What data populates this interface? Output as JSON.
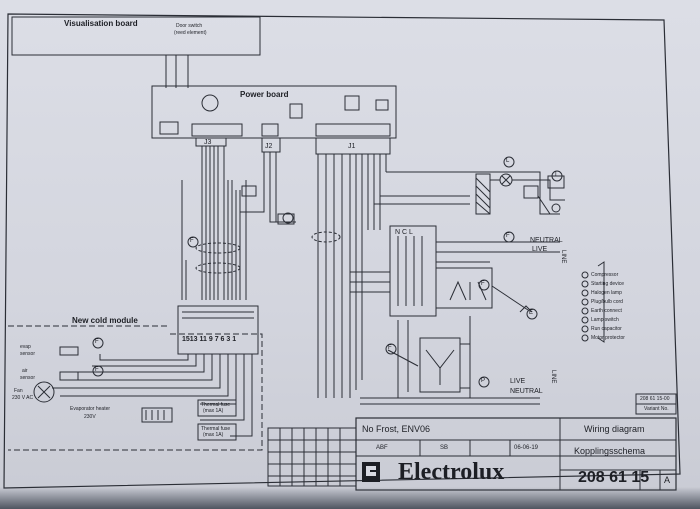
{
  "boards": {
    "visualisation": "Visualisation board",
    "power": "Power board",
    "cold_module": "New cold module",
    "switch_lines": [
      "Door switch",
      "(reed element)"
    ]
  },
  "connectors": {
    "j1": "J1",
    "j2": "J2",
    "j3": "J3",
    "module_pins": "1513  11 9    7  6     3  1"
  },
  "mains": {
    "neutral": "NEUTRAL",
    "live": "LIVE",
    "ncl": "N C L",
    "line": "LINE",
    "live_bottom": "LIVE",
    "neutral_bottom": "NEUTRAL",
    "line_bottom": "LINE"
  },
  "sensors": {
    "evap": [
      "evap",
      "sensor"
    ],
    "air": [
      "air",
      "sensor"
    ],
    "fan": [
      "Fan",
      "230 V AC"
    ],
    "evap_heater": [
      "Evaporator heater",
      "230V"
    ],
    "thermal_fuse_1": [
      "Thermal fuse",
      "(max 1A)"
    ],
    "thermal_fuse_2": [
      "Thermal fuse",
      "(max 1A)"
    ]
  },
  "legend": [
    "Compressor",
    "Starting device",
    "Halogen lamp",
    "Plug/bulb cord",
    "Earth connect",
    "Lamp switch",
    "Run capacitor",
    "Motor protector"
  ],
  "markers": {
    "f": "F",
    "l": "L",
    "i": "I",
    "e": "E",
    "p": "P"
  },
  "title_block": {
    "model": "No Frost, ENV06",
    "drawn_by": "ABF",
    "checked_by": "SB",
    "date": "06-06-19",
    "title_en": "Wiring diagram",
    "title_sv": "Kopplingsschema",
    "brand": "Electrolux",
    "doc_number": "208 61 15",
    "revision": "A",
    "ref_number": "208 61 15-00",
    "ref_sub": "Variant No."
  },
  "colors": {
    "paper": "#d8dae2",
    "ink": "#1d1f25",
    "frame": "#3a3d45"
  }
}
